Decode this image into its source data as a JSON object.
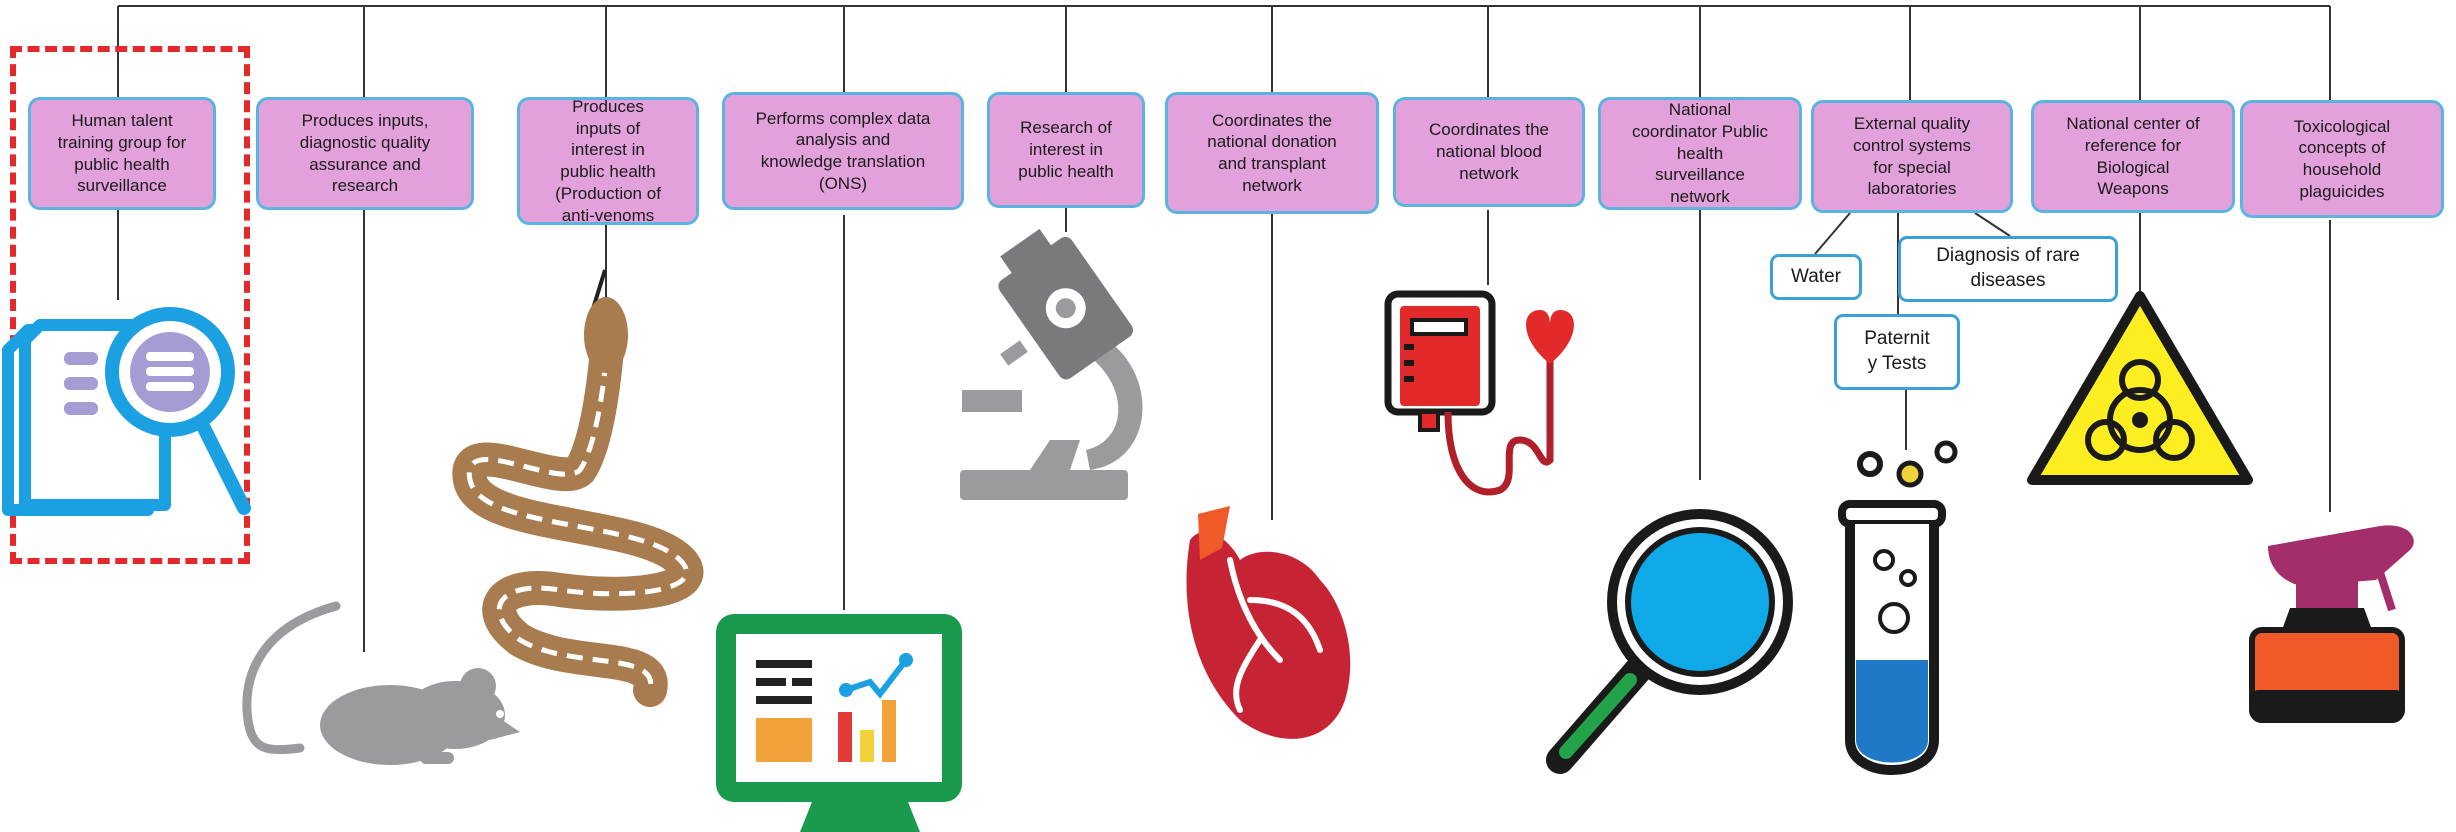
{
  "functions": [
    "Human talent\ntraining group for\npublic health\nsurveillance",
    "Produces inputs,\ndiagnostic quality\nassurance and\nresearch",
    "Produces\ninputs of\ninterest in\npublic health\n(Production of\nanti-venoms",
    "Performs complex data\nanalysis and\nknowledge translation\n(ONS)",
    "Research of\ninterest in\npublic health",
    "Coordinates the\nnational donation\nand transplant\nnetwork",
    "Coordinates the\nnational blood\nnetwork",
    "National\ncoordinator Public\nhealth\nsurveillance\nnetwork",
    "External quality\ncontrol systems\nfor special\nlaboratories",
    "National center of\nreference for\nBiological\nWeapons",
    "Toxicological\nconcepts of\nhousehold\nplaguicides"
  ],
  "sub_items": {
    "water": "Water",
    "rare_diseases": "Diagnosis of rare\ndiseases",
    "paternity_tests": "Paternit\ny Tests"
  },
  "icons": [
    "document-search-icon",
    "mouse-icon",
    "snake-icon",
    "data-monitor-icon",
    "microscope-icon",
    "heart-icon",
    "blood-bag-icon",
    "magnifying-glass-icon",
    "test-tube-icon",
    "biohazard-icon",
    "spray-bottle-icon"
  ],
  "colors": {
    "box_fill": "#e3a1dc",
    "box_border": "#5bb4e0",
    "highlight": "#e32a2a",
    "line": "#333333"
  }
}
